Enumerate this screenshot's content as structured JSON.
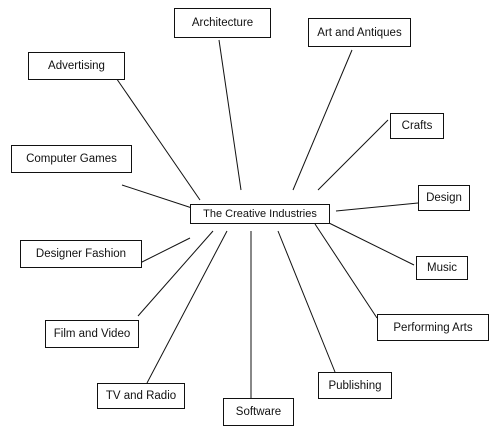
{
  "center": {
    "label": "The Creative Industries"
  },
  "nodes": [
    {
      "id": "architecture",
      "label": "Architecture"
    },
    {
      "id": "art-and-antiques",
      "label": "Art and Antiques"
    },
    {
      "id": "advertising",
      "label": "Advertising"
    },
    {
      "id": "crafts",
      "label": "Crafts"
    },
    {
      "id": "computer-games",
      "label": "Computer Games"
    },
    {
      "id": "design",
      "label": "Design"
    },
    {
      "id": "designer-fashion",
      "label": "Designer Fashion"
    },
    {
      "id": "music",
      "label": "Music"
    },
    {
      "id": "film-and-video",
      "label": "Film and Video"
    },
    {
      "id": "performing-arts",
      "label": "Performing Arts"
    },
    {
      "id": "tv-and-radio",
      "label": "TV and Radio"
    },
    {
      "id": "publishing",
      "label": "Publishing"
    },
    {
      "id": "software",
      "label": "Software"
    }
  ],
  "colors": {
    "line": "#111111",
    "box_border": "#111111",
    "background": "#ffffff"
  }
}
